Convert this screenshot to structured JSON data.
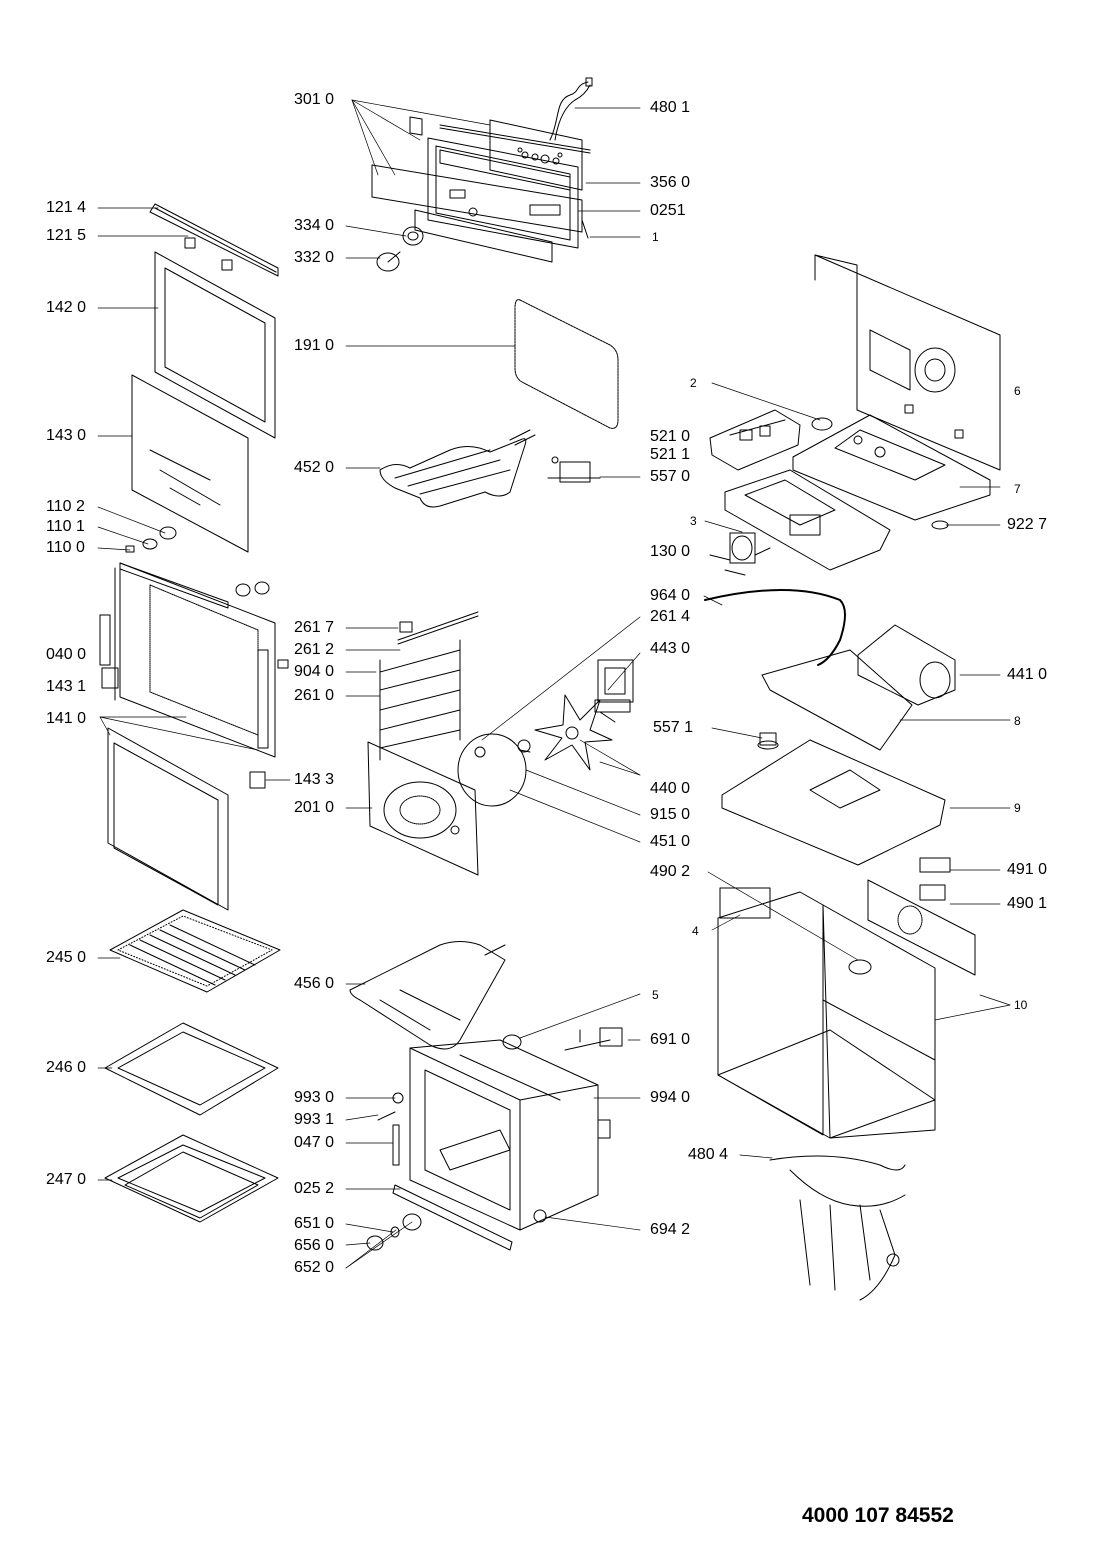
{
  "document_number": "4000 107 84552",
  "labels": {
    "p3010": "301 0",
    "p4801": "480 1",
    "p3560": "356 0",
    "p0251": "0251",
    "p1": "1",
    "p1214": "121 4",
    "p1215": "121 5",
    "p3340": "334 0",
    "p3320": "332 0",
    "p1420": "142 0",
    "p1910": "191 0",
    "p2": "2",
    "p6": "6",
    "p1430": "143 0",
    "p4520": "452 0",
    "p5210": "521 0",
    "p5211": "521 1",
    "p5570": "557 0",
    "p7": "7",
    "p1102": "110 2",
    "p1101": "110 1",
    "p1100": "110 0",
    "p3": "3",
    "p1300": "130 0",
    "p9227": "922 7",
    "p9640": "964 0",
    "p2614": "261 4",
    "p2617": "261 7",
    "p2612": "261 2",
    "p4430": "443 0",
    "p0400": "040 0",
    "p9040": "904 0",
    "p4410": "441 0",
    "p1431": "143 1",
    "p2610": "261 0",
    "p1410": "141 0",
    "p8": "8",
    "p5571": "557 1",
    "p4400": "440 0",
    "p1433": "143 3",
    "p2010": "201 0",
    "p9150": "915 0",
    "p9": "9",
    "p4510": "451 0",
    "p4902": "490 2",
    "p4910": "491 0",
    "p4901": "490 1",
    "p4": "4",
    "p2450": "245 0",
    "p4560": "456 0",
    "p5": "5",
    "p10": "10",
    "p2460": "246 0",
    "p6910": "691 0",
    "p9930": "993 0",
    "p9940": "994 0",
    "p9931": "993 1",
    "p0470": "047 0",
    "p4804": "480 4",
    "p2470": "247 0",
    "p0252": "025 2",
    "p6510": "651 0",
    "p6942": "694 2",
    "p6560": "656 0",
    "p6520": "652 0"
  }
}
